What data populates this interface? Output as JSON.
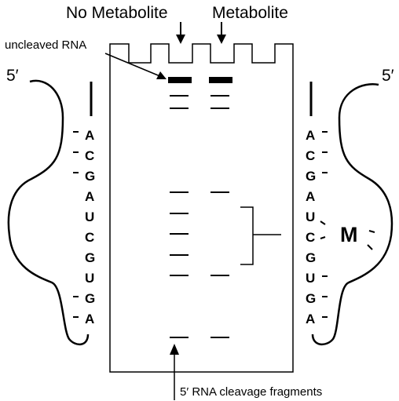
{
  "labels": {
    "lane_no_metabolite": "No Metabolite",
    "lane_metabolite": "Metabolite",
    "uncleaved": "uncleaved RNA",
    "fragments": "5′ RNA cleavage fragments",
    "five_prime": "5′",
    "metabolite_symbol": "M"
  },
  "sequence": [
    "A",
    "C",
    "G",
    "A",
    "U",
    "C",
    "G",
    "U",
    "G",
    "A"
  ],
  "lanes": [
    {
      "label": "No Metabolite",
      "bands": [
        "uncleaved-thick",
        "thin",
        "thin",
        "thin",
        "thin",
        "thin",
        "thin",
        "thin",
        "thin"
      ]
    },
    {
      "label": "Metabolite",
      "bands": [
        "uncleaved-thick",
        "thin",
        "thin",
        "thin",
        "thin"
      ]
    }
  ],
  "cleavage": {
    "left_ticks_positions": [
      1,
      2,
      3,
      9,
      10
    ],
    "right_ticks_positions": [
      1,
      2,
      3,
      5,
      6,
      8,
      9,
      10
    ]
  },
  "colors": {
    "ink": "#000000",
    "background": "#ffffff"
  }
}
